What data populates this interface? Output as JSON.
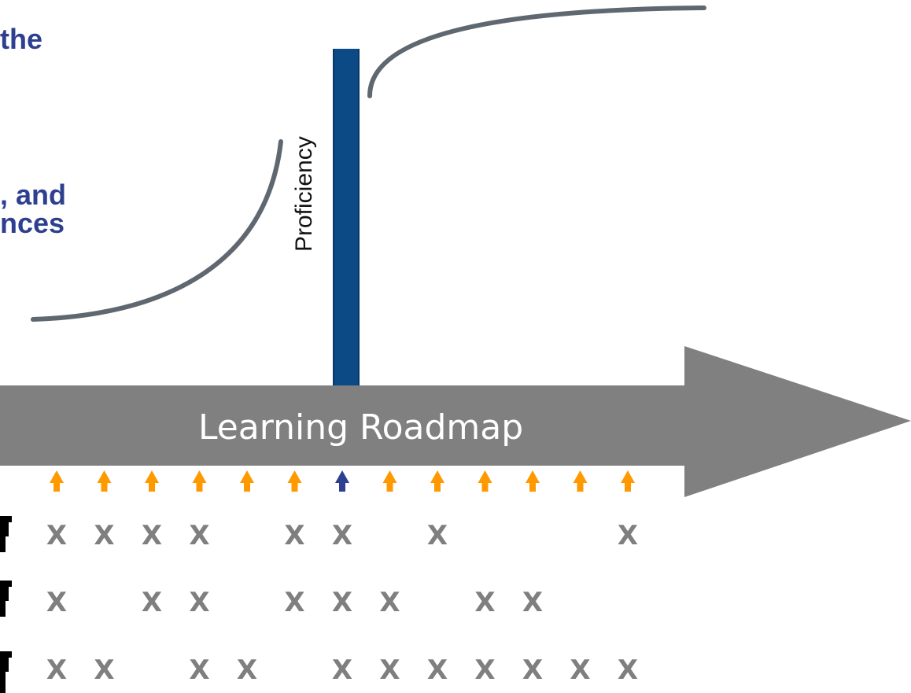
{
  "text": {
    "fragment_1": "the",
    "fragment_2": ", and",
    "fragment_3": "nces",
    "proficiency_label": "Proficiency",
    "roadmap_label": "Learning Roadmap"
  },
  "colors": {
    "text_blue": "#2e3f8f",
    "bar_blue": "#0b4a85",
    "arrow_gray": "#808080",
    "curve_gray": "#5f6870",
    "marker_orange": "#ff9900",
    "marker_highlight": "#2e3f8f",
    "x_gray": "#7f7f7f"
  },
  "markers": {
    "count": 13,
    "highlighted_index": 6
  },
  "x_mark_char": "X",
  "rows": [
    {
      "marks": [
        1,
        1,
        1,
        1,
        0,
        1,
        1,
        0,
        1,
        0,
        0,
        0,
        1
      ]
    },
    {
      "marks": [
        1,
        0,
        1,
        1,
        0,
        1,
        1,
        1,
        0,
        1,
        1,
        0,
        0
      ]
    },
    {
      "marks": [
        1,
        1,
        0,
        1,
        1,
        0,
        1,
        1,
        1,
        1,
        1,
        1,
        1
      ]
    }
  ],
  "icons": [
    "person-icon",
    "person-icon",
    "person-icon"
  ]
}
